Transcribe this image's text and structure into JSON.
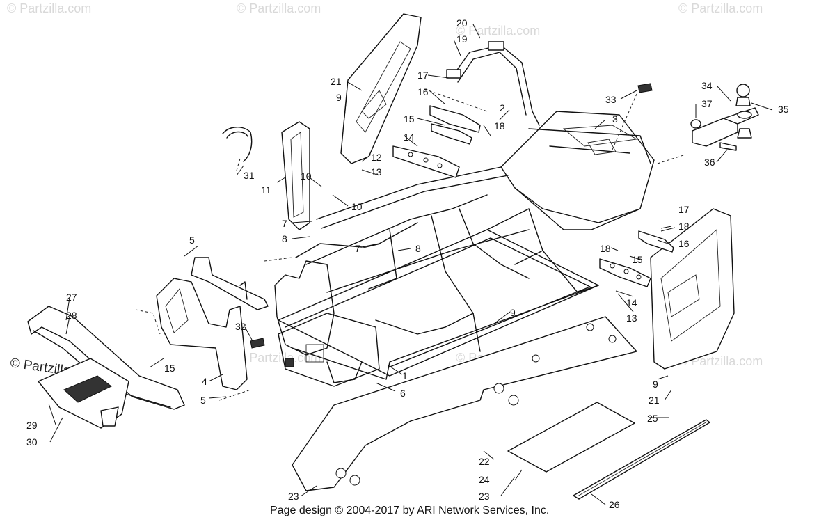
{
  "watermarks": {
    "top1": "© Partzilla.com",
    "top2": "© Partzilla.com",
    "top3": "© Partzilla.com",
    "top4": "© Partzilla.com",
    "mid1": "© Partzilla.com",
    "mid2": "© Partzilla.com",
    "mid3": "© Partzilla.com",
    "left": "© Partzilla.com"
  },
  "callouts": [
    {
      "id": "c1",
      "text": "1"
    },
    {
      "id": "c2",
      "text": "2"
    },
    {
      "id": "c3",
      "text": "3"
    },
    {
      "id": "c4",
      "text": "4"
    },
    {
      "id": "c5a",
      "text": "5"
    },
    {
      "id": "c5b",
      "text": "5"
    },
    {
      "id": "c6",
      "text": "6"
    },
    {
      "id": "c7a",
      "text": "7"
    },
    {
      "id": "c7b",
      "text": "7"
    },
    {
      "id": "c8a",
      "text": "8"
    },
    {
      "id": "c8b",
      "text": "8"
    },
    {
      "id": "c9a",
      "text": "9"
    },
    {
      "id": "c9b",
      "text": "9"
    },
    {
      "id": "c9c",
      "text": "9"
    },
    {
      "id": "c10a",
      "text": "10"
    },
    {
      "id": "c10b",
      "text": "10"
    },
    {
      "id": "c11",
      "text": "11"
    },
    {
      "id": "c12",
      "text": "12"
    },
    {
      "id": "c13a",
      "text": "13"
    },
    {
      "id": "c13b",
      "text": "13"
    },
    {
      "id": "c14a",
      "text": "14"
    },
    {
      "id": "c14b",
      "text": "14"
    },
    {
      "id": "c15a",
      "text": "15"
    },
    {
      "id": "c15b",
      "text": "15"
    },
    {
      "id": "c15c",
      "text": "15"
    },
    {
      "id": "c16a",
      "text": "16"
    },
    {
      "id": "c16b",
      "text": "16"
    },
    {
      "id": "c17a",
      "text": "17"
    },
    {
      "id": "c17b",
      "text": "17"
    },
    {
      "id": "c18a",
      "text": "18"
    },
    {
      "id": "c18b",
      "text": "18"
    },
    {
      "id": "c18c",
      "text": "18"
    },
    {
      "id": "c19",
      "text": "19"
    },
    {
      "id": "c20",
      "text": "20"
    },
    {
      "id": "c21a",
      "text": "21"
    },
    {
      "id": "c21b",
      "text": "21"
    },
    {
      "id": "c22",
      "text": "22"
    },
    {
      "id": "c23a",
      "text": "23"
    },
    {
      "id": "c23b",
      "text": "23"
    },
    {
      "id": "c24",
      "text": "24"
    },
    {
      "id": "c25",
      "text": "25"
    },
    {
      "id": "c26",
      "text": "26"
    },
    {
      "id": "c27",
      "text": "27"
    },
    {
      "id": "c28",
      "text": "28"
    },
    {
      "id": "c29",
      "text": "29"
    },
    {
      "id": "c30",
      "text": "30"
    },
    {
      "id": "c31",
      "text": "31"
    },
    {
      "id": "c32",
      "text": "32"
    },
    {
      "id": "c33",
      "text": "33"
    },
    {
      "id": "c34",
      "text": "34"
    },
    {
      "id": "c35",
      "text": "35"
    },
    {
      "id": "c36",
      "text": "36"
    },
    {
      "id": "c37",
      "text": "37"
    }
  ],
  "footer": {
    "text": "Page design © 2004-2017 by ARI Network Services, Inc."
  }
}
